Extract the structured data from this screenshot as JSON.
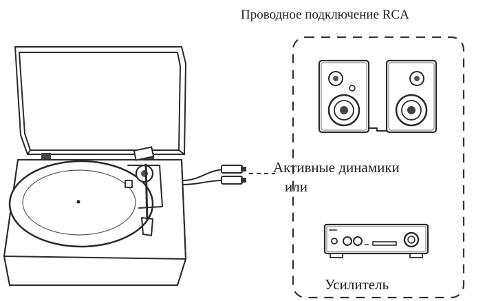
{
  "labels": {
    "connection": "Проводное подключение RCA",
    "active_speakers": "Активные динамики",
    "or": "или",
    "amplifier": "Усилитель"
  }
}
